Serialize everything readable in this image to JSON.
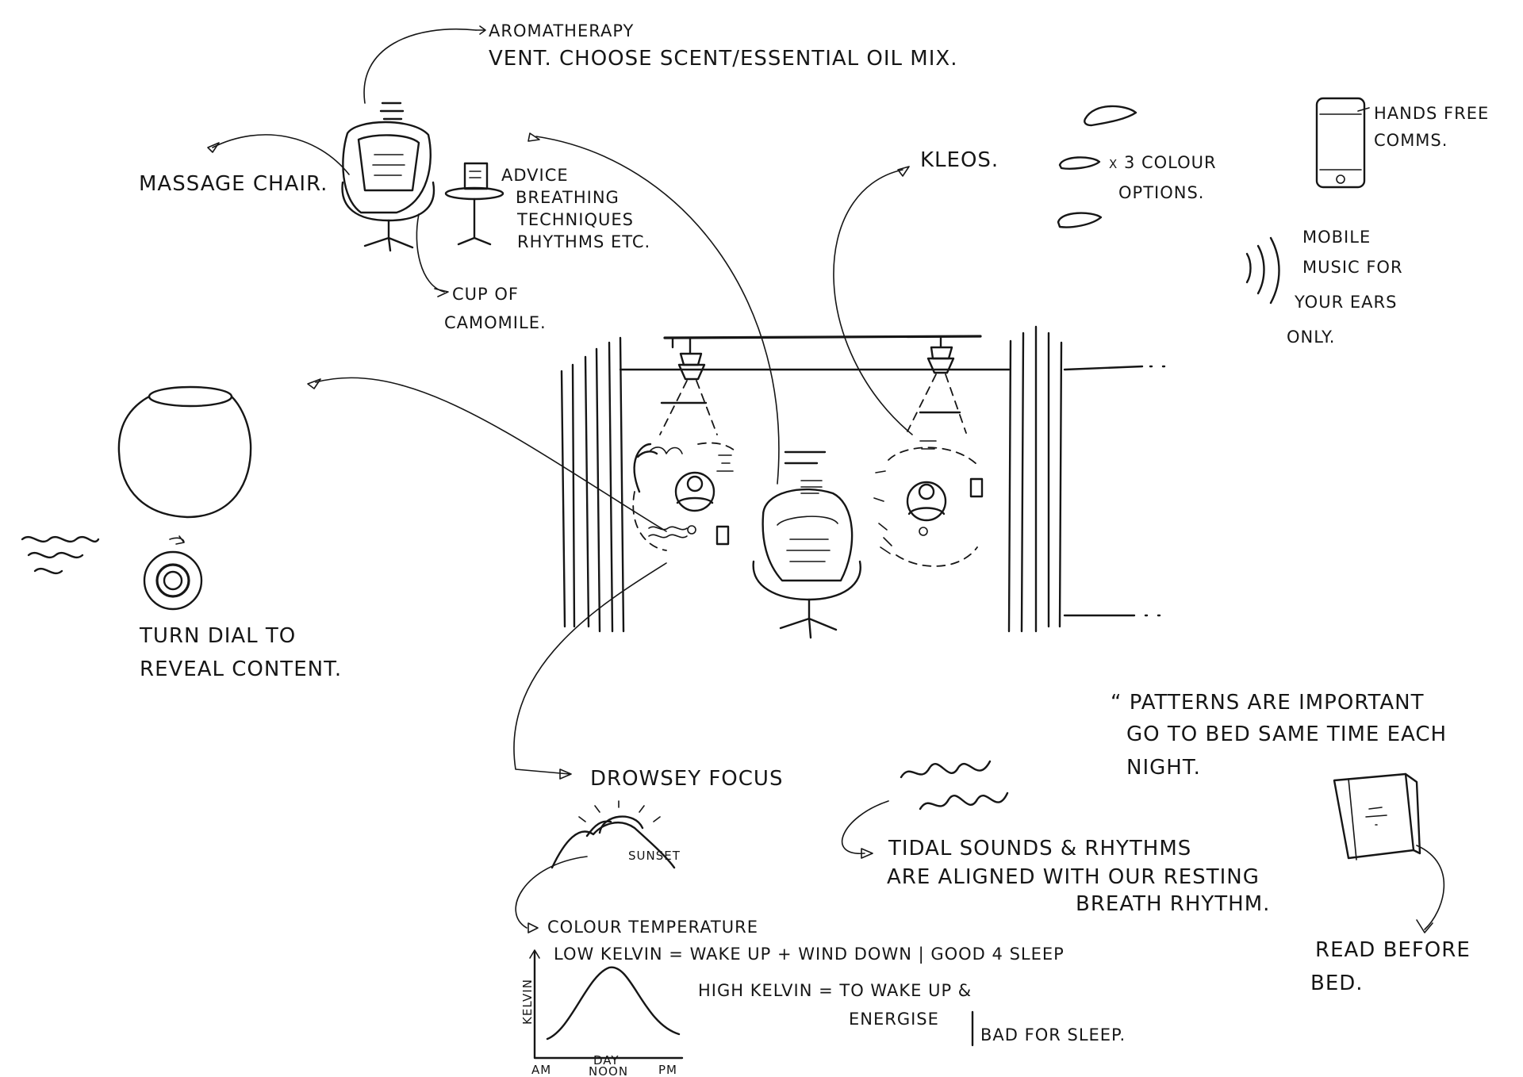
{
  "labels": {
    "aromatherapy_1": "AROMATHERAPY",
    "aromatherapy_2": "VENT. CHOOSE SCENT/ESSENTIAL OIL MIX.",
    "massage_chair": "MASSAGE CHAIR.",
    "advice_1": "ADVICE",
    "advice_2": "BREATHING",
    "advice_3": "TECHNIQUES",
    "advice_4": "RHYTHMS ETC.",
    "cup_1": "CUP OF",
    "cup_2": "CAMOMILE.",
    "kleos": "KLEOS.",
    "colour_1": "x 3 COLOUR",
    "colour_2": "OPTIONS.",
    "hands_free_1": "HANDS FREE",
    "hands_free_2": "COMMS.",
    "mobile_1": "MOBILE",
    "mobile_2": "MUSIC FOR",
    "mobile_3": "YOUR EARS",
    "mobile_4": "ONLY.",
    "dial_1": "TURN DIAL TO",
    "dial_2": "REVEAL CONTENT.",
    "drowsey": "DROWSEY FOCUS",
    "sunset": "SUNSET",
    "colour_temp": "COLOUR TEMPERATURE",
    "low_kelvin": "LOW KELVIN = WAKE UP + WIND DOWN | GOOD 4 SLEEP",
    "high_kelvin_1": "HIGH KELVIN = TO WAKE UP &",
    "high_kelvin_2": "ENERGISE",
    "high_kelvin_3": "BAD FOR SLEEP.",
    "tidal_1": "TIDAL SOUNDS & RHYTHMS",
    "tidal_2": "ARE ALIGNED WITH OUR RESTING",
    "tidal_3": "BREATH RHYTHM.",
    "quote_1": "“ PATTERNS ARE IMPORTANT",
    "quote_2": "GO TO BED SAME TIME EACH",
    "quote_3": "NIGHT.",
    "read_1": "READ BEFORE",
    "read_2": "BED.",
    "axis_y": "KELVIN",
    "axis_am": "AM",
    "axis_day": "DAY",
    "axis_noon": "NOON",
    "axis_pm": "PM"
  },
  "icons": [
    "chair-icon",
    "side-table-icon",
    "egg-chair-icon",
    "dial-icon",
    "phone-icon",
    "book-icon",
    "sunset-icon",
    "waves-icon",
    "lamp-icon",
    "kleos-pebble-icon",
    "sound-waves-icon"
  ],
  "ink_color": "#161616",
  "paper_color": "#ffffff"
}
